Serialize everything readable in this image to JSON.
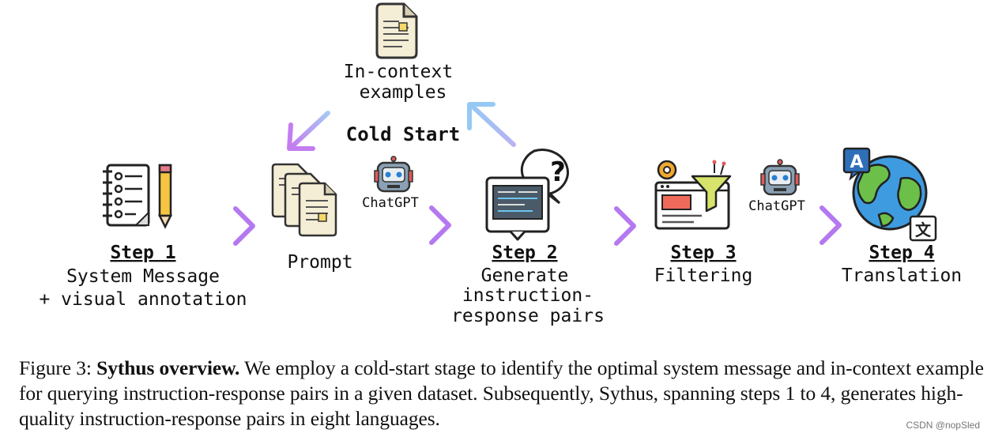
{
  "diagram": {
    "in_context_label_1": "In-context",
    "in_context_label_2": "examples",
    "cold_start": "Cold Start",
    "prompt_label": "Prompt",
    "chatgpt_label_1": "ChatGPT",
    "chatgpt_label_2": "ChatGPT",
    "step1": {
      "title": "Step 1",
      "line1": "System Message",
      "line2": "+ visual annotation"
    },
    "step2": {
      "title": "Step 2",
      "line1": "Generate",
      "line2": "instruction-",
      "line3": "response pairs"
    },
    "step3": {
      "title": "Step 3",
      "line1": "Filtering"
    },
    "step4": {
      "title": "Step 4",
      "line1": "Translation"
    },
    "translate_glyph_a": "A",
    "translate_glyph_b": "文",
    "question_mark": "?"
  },
  "caption": {
    "prefix": "Figure 3: ",
    "bold": "Sythus overview.",
    "text": " We employ a cold-start stage to identify the optimal system message and in-context example for querying instruction-response pairs in a given dataset. Subsequently, Sythus, spanning steps 1 to 4, generates high-quality instruction-response pairs in eight languages."
  },
  "watermark": "CSDN @nopSled",
  "colors": {
    "arrow_start": "#a8c8f5",
    "arrow_end": "#b478f0"
  }
}
